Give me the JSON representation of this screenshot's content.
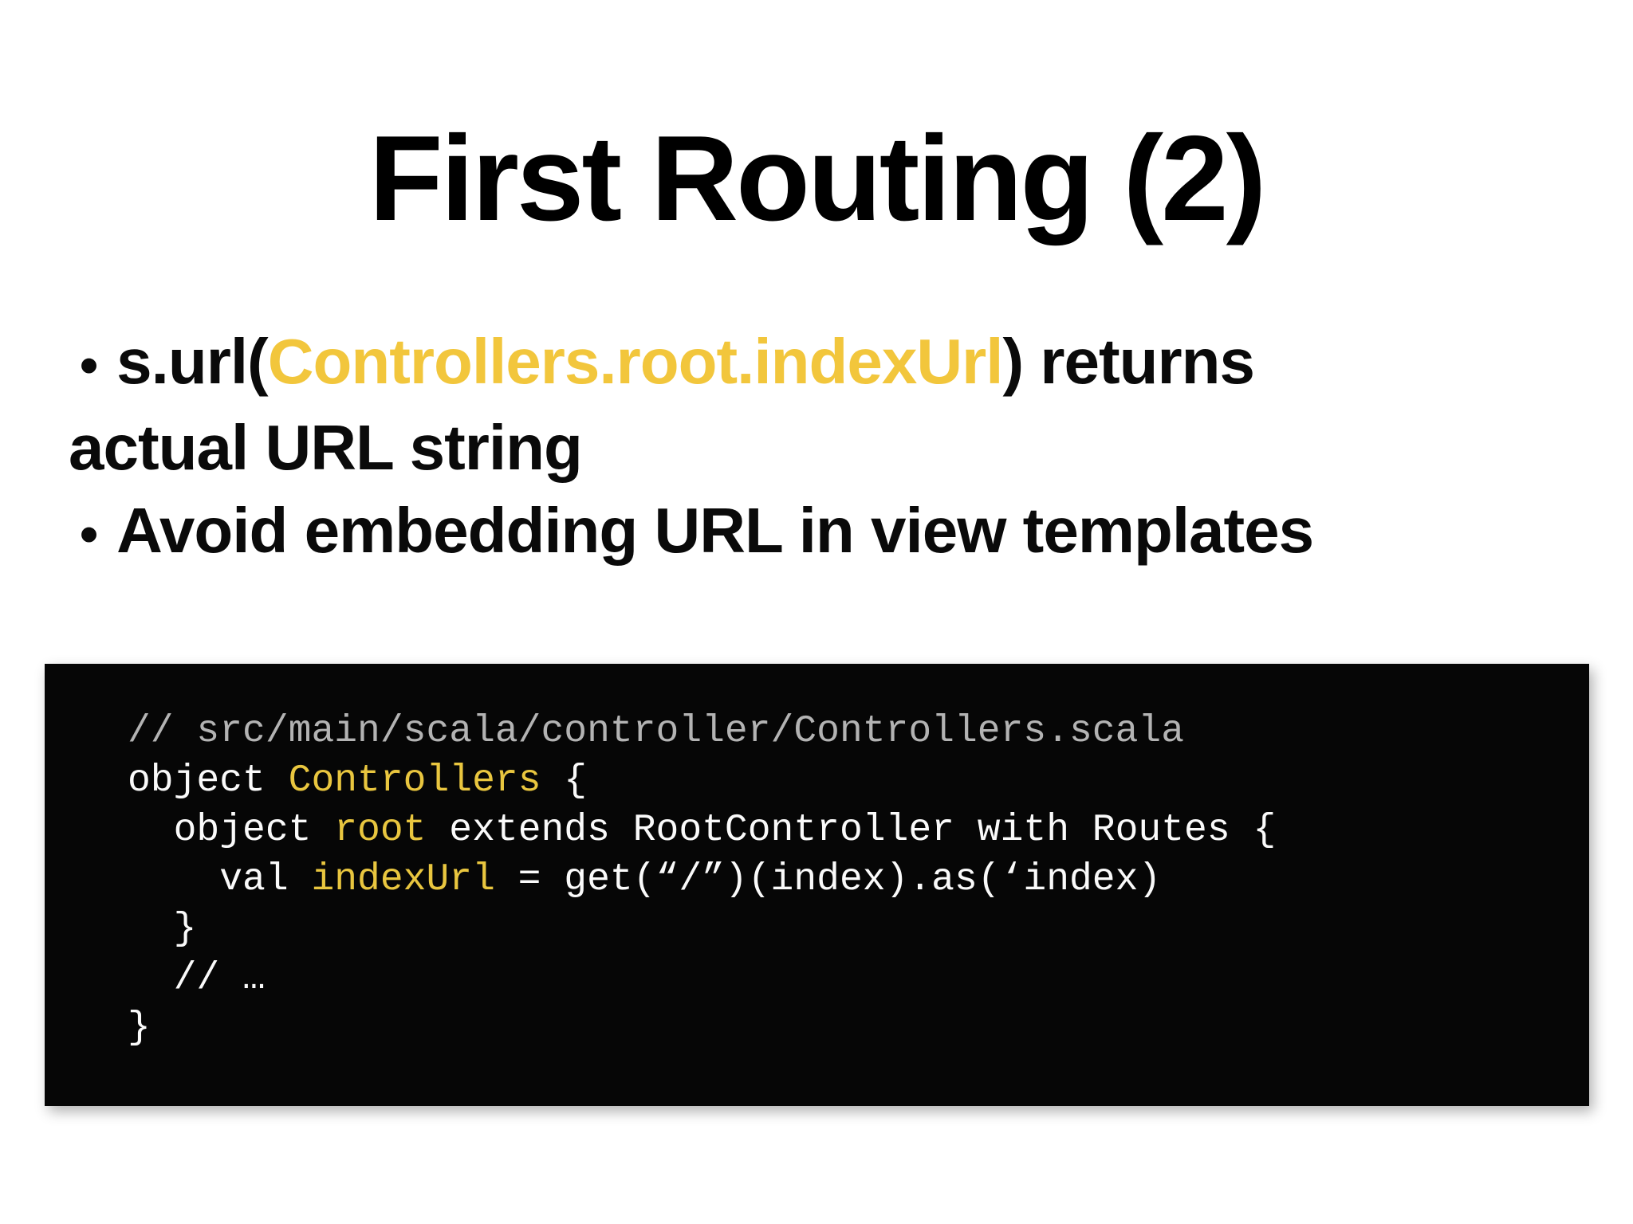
{
  "title": {
    "text": "First Routing (2)"
  },
  "bullets": {
    "marker": "•",
    "items": [
      {
        "lines": [
          {
            "bulleted": true,
            "segments": [
              {
                "text": "s.url(",
                "color": "default"
              },
              {
                "text": "Controllers.root.indexUrl",
                "color": "highlight"
              },
              {
                "text": ") returns",
                "color": "default"
              }
            ]
          },
          {
            "bulleted": false,
            "segments": [
              {
                "text": "actual URL string",
                "color": "default"
              }
            ]
          }
        ]
      },
      {
        "lines": [
          {
            "bulleted": true,
            "segments": [
              {
                "text": "Avoid embedding URL in view templates",
                "color": "default"
              }
            ]
          }
        ]
      }
    ]
  },
  "code_block": {
    "lines": [
      {
        "segments": [
          {
            "text": "// src/main/scala/controller/Controllers.scala",
            "color": "comment"
          }
        ]
      },
      {
        "segments": [
          {
            "text": "object ",
            "color": "plain"
          },
          {
            "text": "Controllers",
            "color": "keyword"
          },
          {
            "text": " {",
            "color": "plain"
          }
        ]
      },
      {
        "segments": [
          {
            "text": "  object ",
            "color": "plain"
          },
          {
            "text": "root",
            "color": "keyword"
          },
          {
            "text": " extends RootController with Routes {",
            "color": "plain"
          }
        ]
      },
      {
        "segments": [
          {
            "text": "    val ",
            "color": "plain"
          },
          {
            "text": "indexUrl",
            "color": "keyword"
          },
          {
            "text": " = get(“/”)(index).as(‘index)",
            "color": "plain"
          }
        ]
      },
      {
        "segments": [
          {
            "text": "  }",
            "color": "plain"
          }
        ]
      },
      {
        "segments": [
          {
            "text": "  // …",
            "color": "plain"
          }
        ]
      },
      {
        "segments": [
          {
            "text": "}",
            "color": "plain"
          }
        ]
      }
    ]
  },
  "colors": {
    "highlight_yellow": "#F2C63C",
    "code_keyword_yellow": "#E9C63F",
    "code_comment_gray": "#B3B3B3",
    "code_text": "#FAFAFA",
    "code_background": "#060606",
    "body_text": "#0A0A0A",
    "page_background": "#FFFFFF"
  }
}
